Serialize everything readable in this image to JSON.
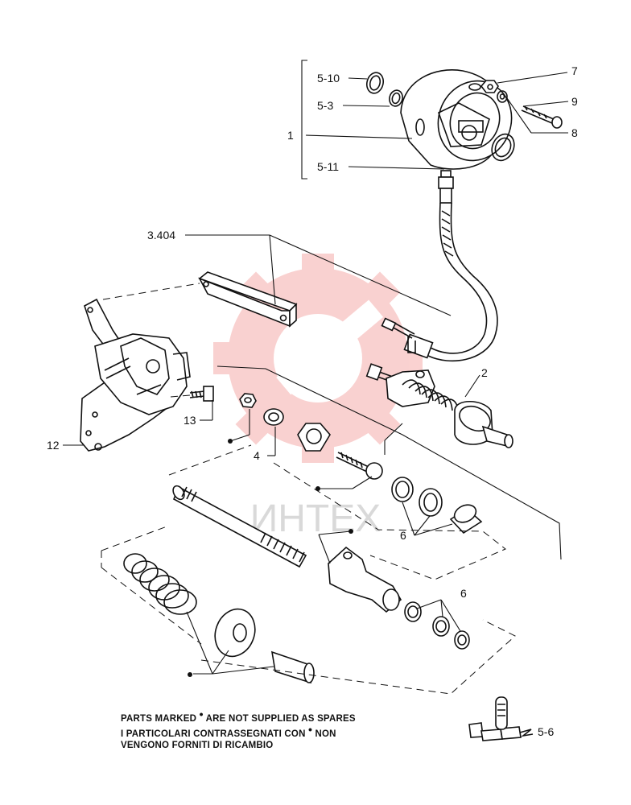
{
  "callouts": {
    "c5_10": "5-10",
    "c5_3": "5-3",
    "c1": "1",
    "c5_11": "5-11",
    "c7": "7",
    "c9": "9",
    "c8": "8",
    "c3_404": "3.404",
    "c2": "2",
    "c13": "13",
    "c12": "12",
    "c4": "4",
    "c6a": "6",
    "c6b": "6",
    "c5_6": "5-6"
  },
  "watermark": {
    "text": "ИНТЕХ",
    "color": "#e8322c"
  },
  "notes": {
    "line1_pre": "PARTS MARKED ",
    "marker": "•",
    "line1_post": " ARE NOT SUPPLIED AS SPARES",
    "line2_pre": "I PARTICOLARI CONTRASSEGNATI CON ",
    "line2_post": " NON",
    "line3": "VENGONO FORNITI DI RICAMBIO"
  }
}
